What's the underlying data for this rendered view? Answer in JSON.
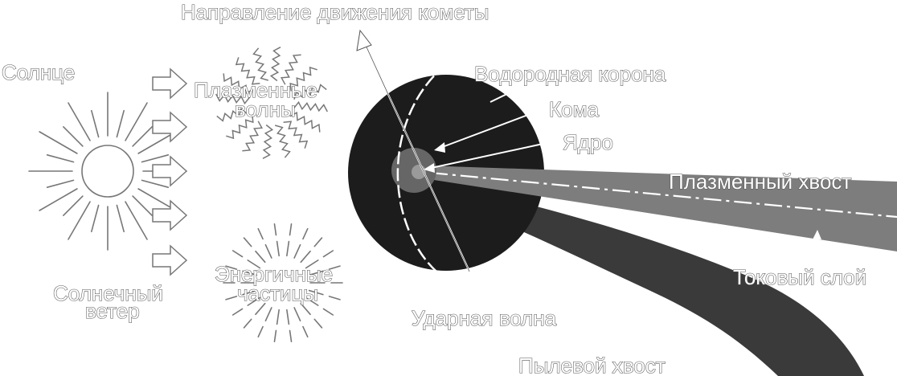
{
  "labels": {
    "direction": "Направление движения кометы",
    "sun": "Солнце",
    "plasma_waves_1": "Плазменные",
    "plasma_waves_2": "волны",
    "hydrogen_corona": "Водородная корона",
    "coma": "Кома",
    "nucleus": "Ядро",
    "plasma_tail": "Плазменный хвост",
    "current_sheet": "Токовый слой",
    "solar_wind_1": "Солнечный",
    "solar_wind_2": "ветер",
    "energetic_particles_1": "Энергичные",
    "energetic_particles_2": "частицы",
    "shock_wave": "Ударная волна",
    "dust_tail": "Пылевой хвост"
  },
  "colors": {
    "corona": "#1c1c1c",
    "coma": "#666666",
    "nucleus": "#9a9a9a",
    "plasma_tail": "#7d7d7d",
    "dust_tail": "#3a3a3a",
    "label_fill": "#ffffff",
    "label_outline": "#555555"
  },
  "icons": {
    "solar_wind_arrows": "hollow-right-arrow-icon",
    "sun": "sun-icon"
  }
}
